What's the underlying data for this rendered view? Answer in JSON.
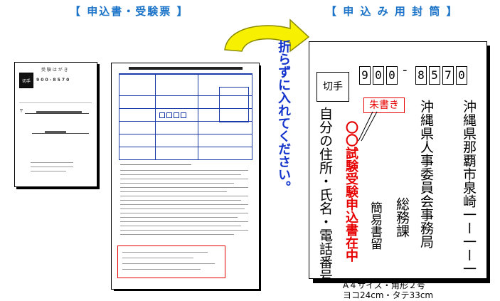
{
  "headers": {
    "application": "【 申込書・受験票 】",
    "envelope": "【 申 込 み 用 封 筒 】"
  },
  "instruction": "折らずに入れてください。",
  "left_card": {
    "title": "受 験 は が き",
    "postal": "9 0 0 - 8 5 7 0",
    "stamp": "切手",
    "mark": "〒"
  },
  "envelope": {
    "stamp_label": "切手",
    "postal_digits": [
      "9",
      "0",
      "0",
      "8",
      "5",
      "7",
      "0"
    ],
    "postal_dash": "-",
    "address": "沖縄県那覇市泉崎一ー一ー一",
    "recipient": "沖縄県人事委員会事務局",
    "section": "総務課",
    "registered_mail": "簡易書留",
    "red_note": "〇〇試験受験申込書在中",
    "callout": "朱書き",
    "sender": "自分の住所・氏名・電話番号"
  },
  "size_note": {
    "line1": "A４サイズ・角形２号",
    "line2": "ヨコ24cm・タテ33cm"
  },
  "colors": {
    "header_blue": "#1a73c8",
    "instruction_blue": "#1133cc",
    "red": "#e60000",
    "arrow_yellow": "#f7f000",
    "arrow_outline": "#8a8a00"
  }
}
